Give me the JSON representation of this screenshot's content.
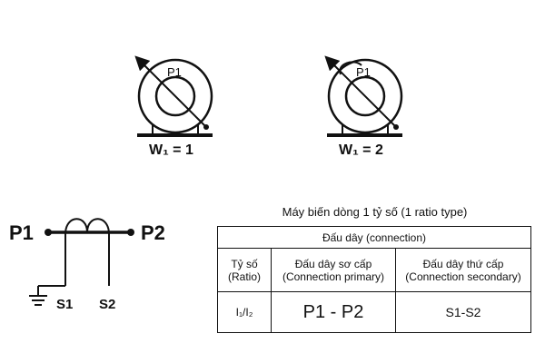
{
  "diagram": {
    "ct_left": {
      "primary_label": "P1",
      "winding_label": "W₁ = 1"
    },
    "ct_right": {
      "primary_label": "P1",
      "winding_label": "W₁ = 2"
    },
    "schematic": {
      "p1": "P1",
      "p2": "P2",
      "s1": "S1",
      "s2": "S2"
    }
  },
  "ratio_table": {
    "title": "Máy biến dòng 1 tỷ số (1 ratio type)",
    "header_group": "Đấu dây (connection)",
    "col1_header_line1": "Tỷ số",
    "col1_header_line2": "(Ratio)",
    "col2_header_line1": "Đấu dây sơ cấp",
    "col2_header_line2": "(Connection primary)",
    "col3_header_line1": "Đấu dây thứ cấp",
    "col3_header_line2": "(Connection secondary)",
    "row_ratio": "I₁/I₂",
    "row_primary": "P1 - P2",
    "row_secondary": "S1-S2"
  }
}
